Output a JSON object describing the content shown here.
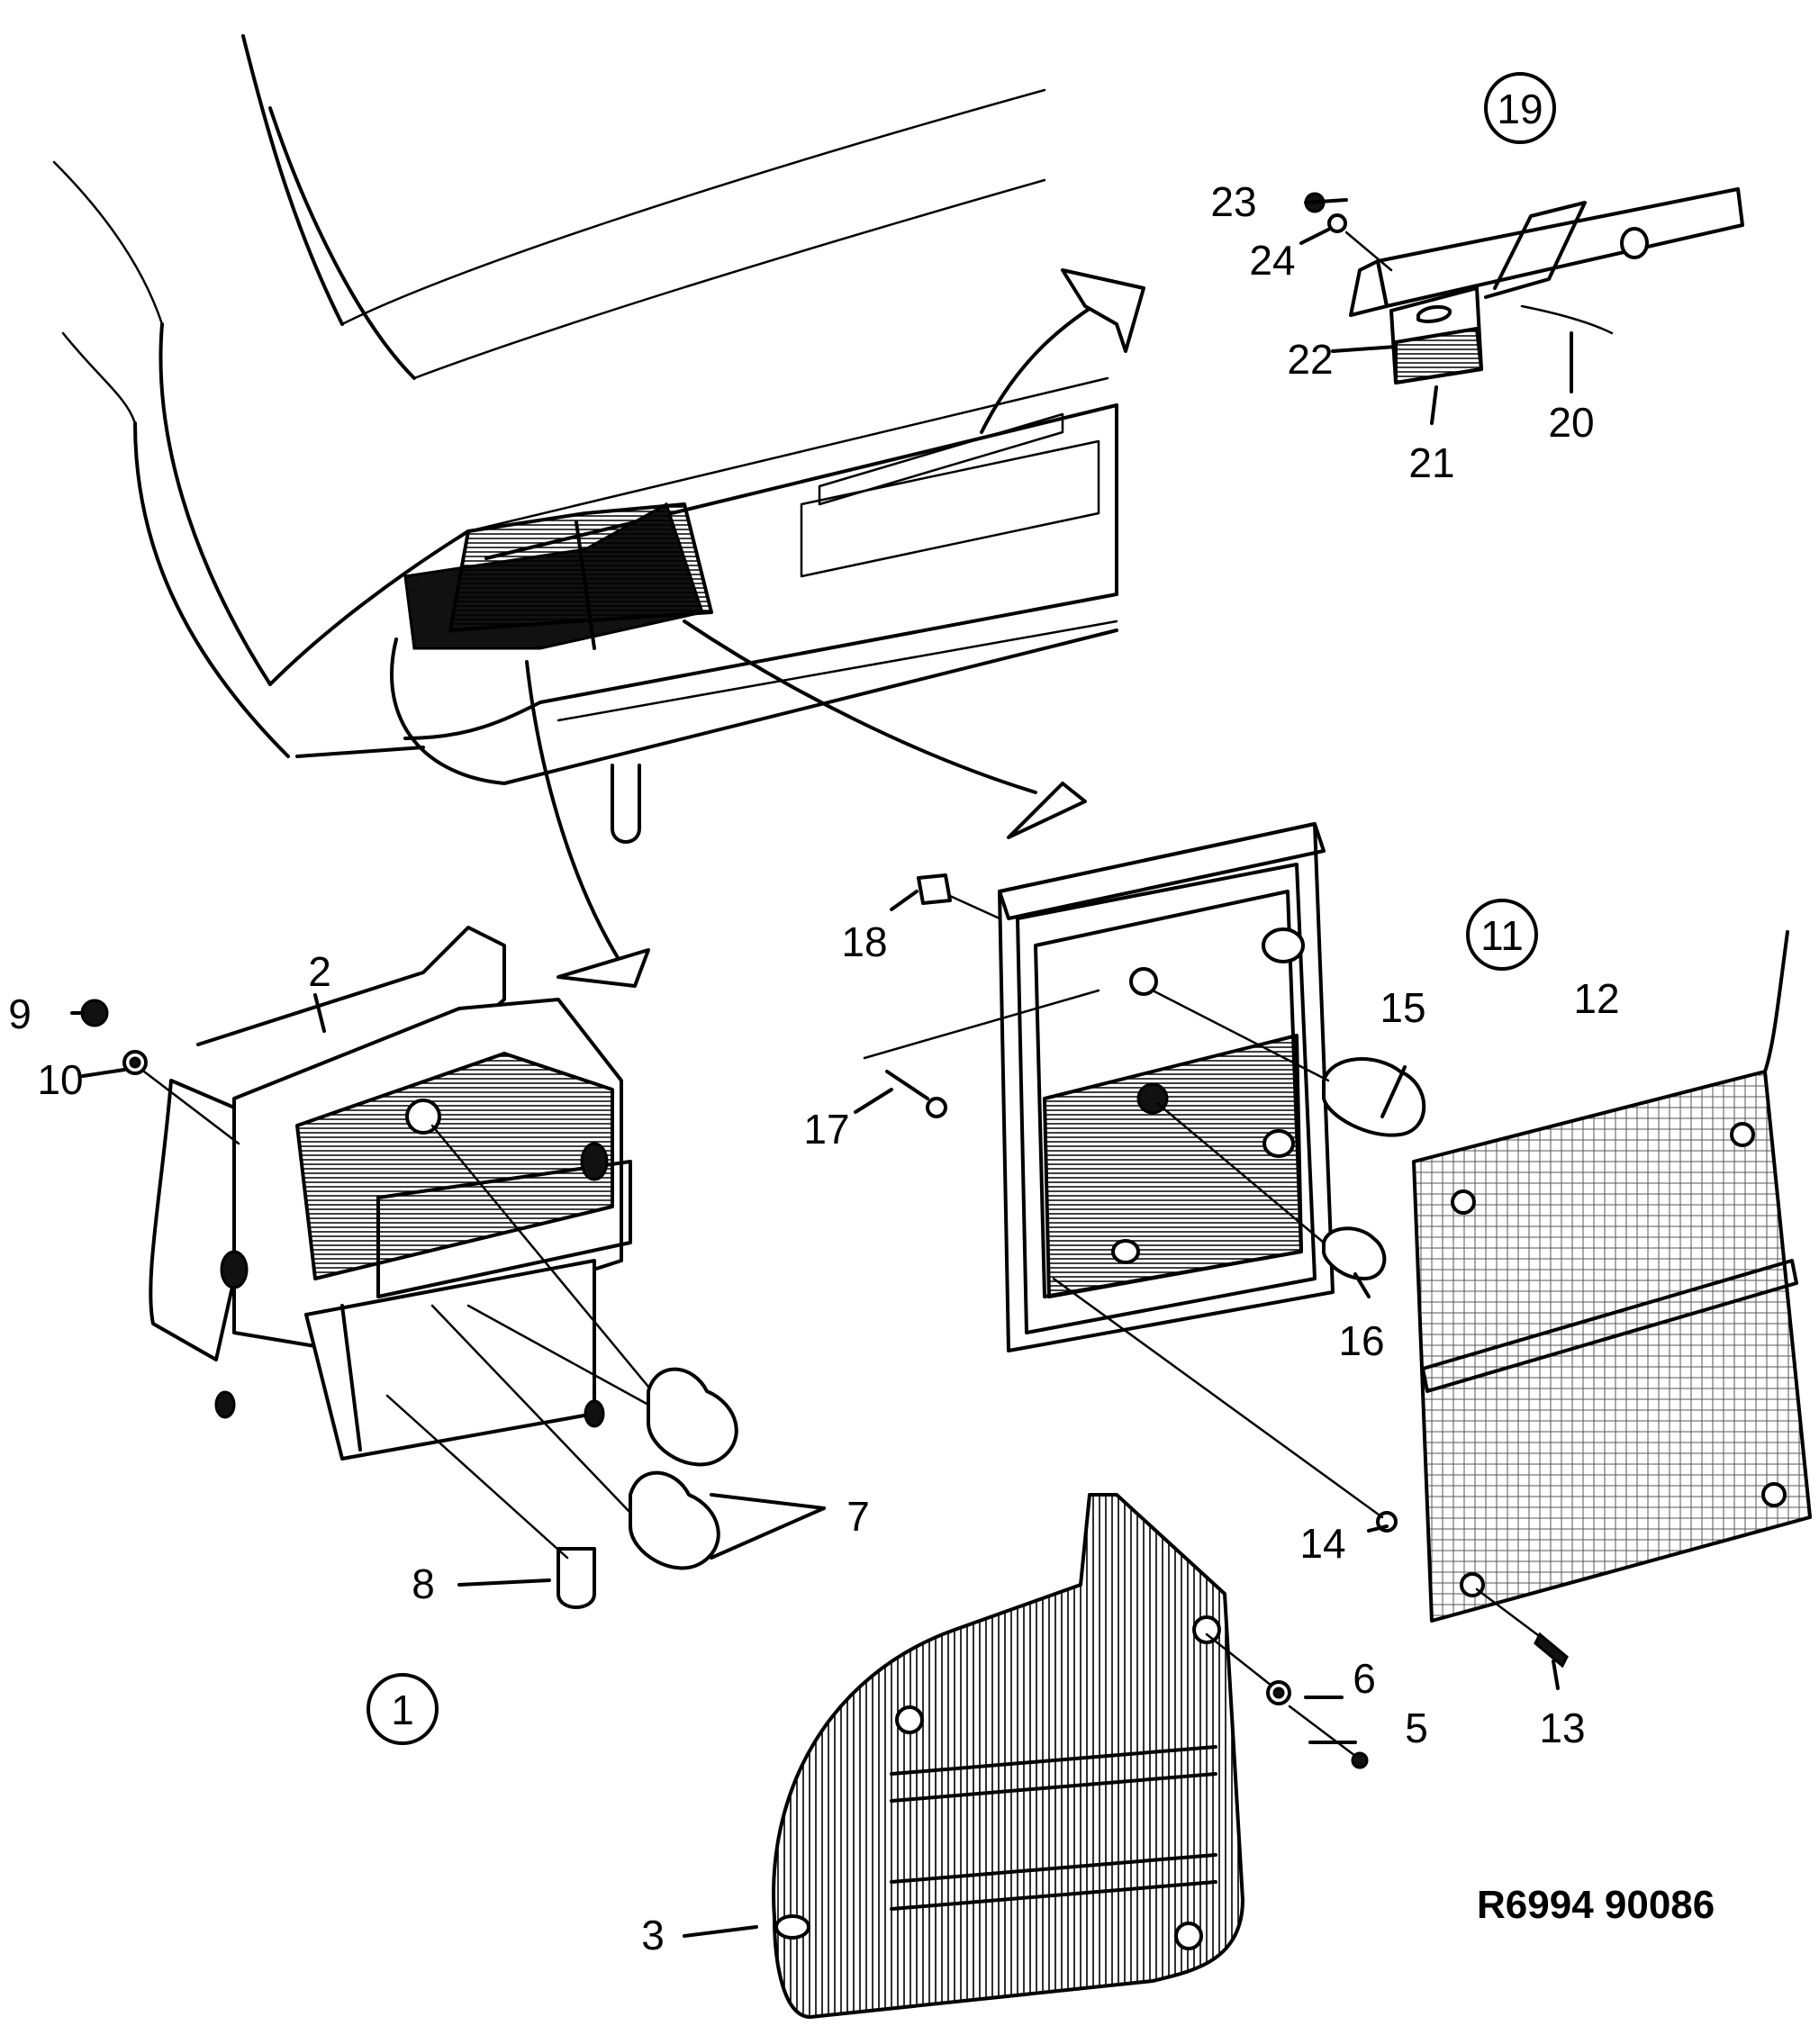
{
  "figure_code": "R6994  90086",
  "assemblies": {
    "tail_lamp_left": "1",
    "tail_lamp_right": "11",
    "license_lamp": "19"
  },
  "parts": {
    "p2": "2",
    "p3": "3",
    "p5": "5",
    "p6": "6",
    "p7": "7",
    "p8": "8",
    "p9": "9",
    "p10": "10",
    "p12": "12",
    "p13": "13",
    "p14": "14",
    "p15": "15",
    "p16": "16",
    "p17": "17",
    "p18": "18",
    "p20": "20",
    "p21": "21",
    "p22": "22",
    "p23": "23",
    "p24": "24"
  }
}
